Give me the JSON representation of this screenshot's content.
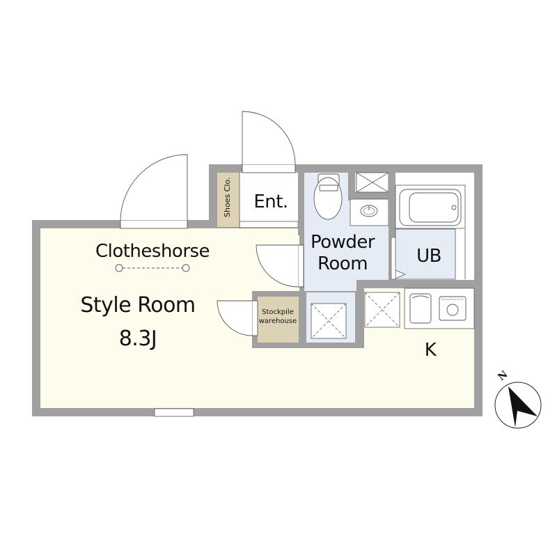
{
  "floor_plan": {
    "rooms": {
      "style_room": {
        "name": "Style Room",
        "size": "8.3J"
      },
      "clotheshorse": {
        "label": "Clotheshorse"
      },
      "entrance": {
        "label": "Ent."
      },
      "shoes_closet": {
        "label": "Shoes Clo."
      },
      "powder_room": {
        "line1": "Powder",
        "line2": "Room"
      },
      "unit_bath": {
        "label": "UB"
      },
      "kitchen": {
        "label": "K"
      },
      "stockpile": {
        "line1": "Stockpile",
        "line2": "warehouse"
      }
    },
    "compass": {
      "label": "N"
    },
    "colors": {
      "wall": "#a0a0a0",
      "living_floor": "#fefcec",
      "wet_floor": "#e6ecf6",
      "storage_floor": "#ddd3b4",
      "entrance_floor": "#ffffff",
      "line": "#555555",
      "text": "#111111"
    }
  }
}
